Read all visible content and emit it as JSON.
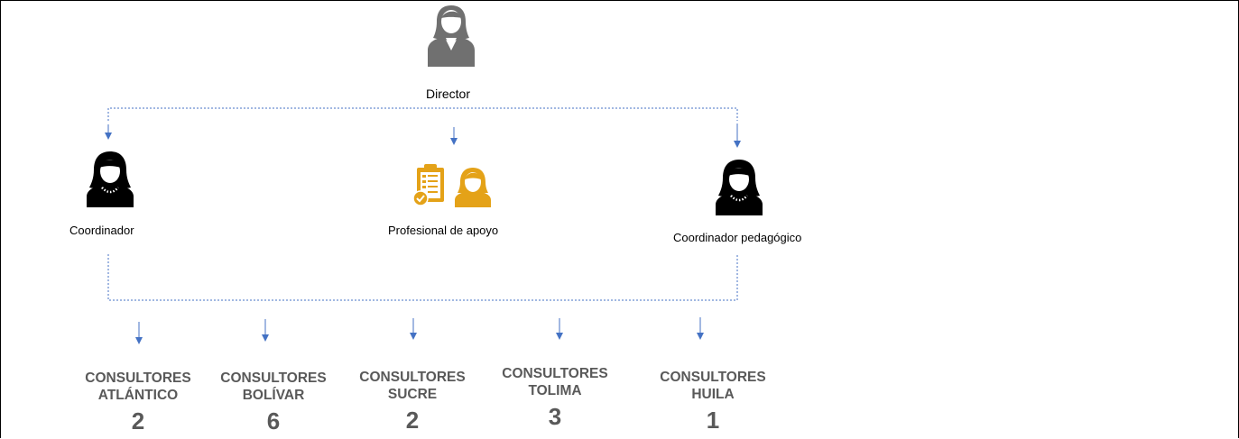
{
  "colors": {
    "director_icon": "#707070",
    "person_icon": "#000000",
    "support_icon": "#E4A218",
    "connector": "#4472C4",
    "consultant_text": "#595959"
  },
  "director": {
    "label": "Director",
    "icon": "person-female-icon"
  },
  "roles": [
    {
      "label": "Coordinador",
      "icon": "person-female-icon"
    },
    {
      "label": "Profesional de apoyo",
      "icon": "clipboard-person-icon"
    },
    {
      "label": "Coordinador pedagógico",
      "icon": "person-female-icon"
    }
  ],
  "consultants": [
    {
      "title": "CONSULTORES",
      "region": "ATLÁNTICO",
      "count": "2"
    },
    {
      "title": "CONSULTORES",
      "region": "BOLÍVAR",
      "count": "6"
    },
    {
      "title": "CONSULTORES",
      "region": "SUCRE",
      "count": "2"
    },
    {
      "title": "CONSULTORES",
      "region": "TOLIMA",
      "count": "3"
    },
    {
      "title": "CONSULTORES",
      "region": "HUILA",
      "count": "1"
    }
  ]
}
